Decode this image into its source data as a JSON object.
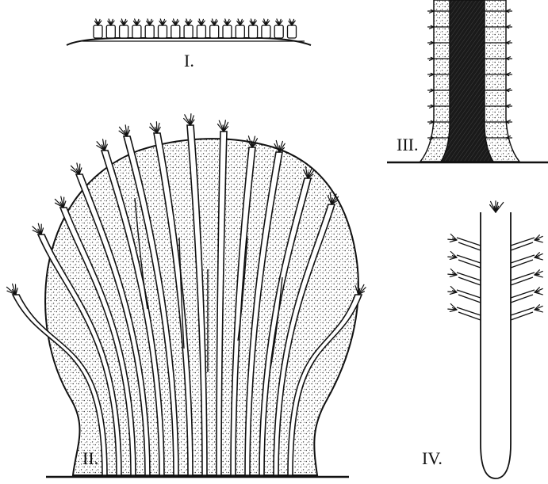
{
  "figures": [
    {
      "id": "I",
      "label": "I."
    },
    {
      "id": "II",
      "label": "II."
    },
    {
      "id": "III",
      "label": "III."
    },
    {
      "id": "IV",
      "label": "IV."
    }
  ],
  "colors": {
    "ink": "#111111",
    "background": "#ffffff",
    "stipple": "#2a2a2a"
  }
}
